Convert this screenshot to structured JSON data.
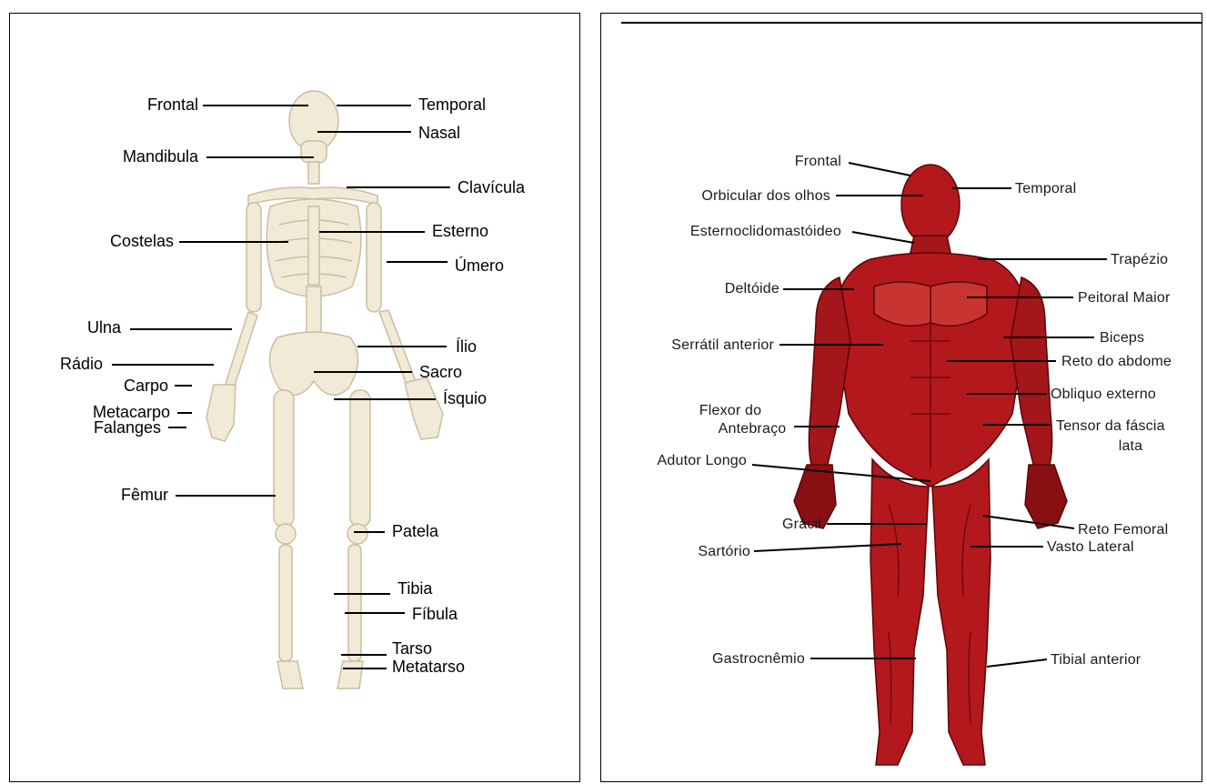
{
  "skeleton": {
    "labels": {
      "frontal": "Frontal",
      "temporal": "Temporal",
      "nasal": "Nasal",
      "mandibula": "Mandibula",
      "clavicula": "Clavícula",
      "costelas": "Costelas",
      "esterno": "Esterno",
      "umero": "Úmero",
      "ulna": "Ulna",
      "radio": "Rádio",
      "carpo": "Carpo",
      "metacarpo": "Metacarpo",
      "falanges": "Falanges",
      "ilio": "Ílio",
      "sacro": "Sacro",
      "isquio": "Ísquio",
      "femur": "Fêmur",
      "patela": "Patela",
      "tibia": "Tibia",
      "fibula": "Fíbula",
      "tarso": "Tarso",
      "metatarso": "Metatarso"
    },
    "colors": {
      "bone": "#f1ead6",
      "bone_outline": "#c9bea0"
    }
  },
  "muscles": {
    "labels": {
      "frontal": "Frontal",
      "temporal": "Temporal",
      "orbicular": "Orbicular dos olhos",
      "esternocleido": "Esternoclidomastóideo",
      "trapezio": "Trapézio",
      "deltoide": "Deltóide",
      "peitoral": "Peitoral Maior",
      "biceps": "Biceps",
      "serratil": "Serrátil anterior",
      "reto_abdome": "Reto do abdome",
      "obliquo": "Obliquo externo",
      "flexor_1": "Flexor do",
      "flexor_2": "Antebraço",
      "tensor_1": "Tensor da fáscia",
      "tensor_2": "lata",
      "adutor": "Adutor Longo",
      "gracil": "Grácil",
      "reto_femoral": "Reto Femoral",
      "sartorio": "Sartório",
      "vasto_lateral": "Vasto Lateral",
      "gastrocnemio": "Gastrocnêmio",
      "tibial_anterior": "Tibial anterior"
    },
    "colors": {
      "muscle": "#b3181c",
      "muscle_dark": "#6e0b0e",
      "muscle_light": "#d84a44"
    }
  }
}
